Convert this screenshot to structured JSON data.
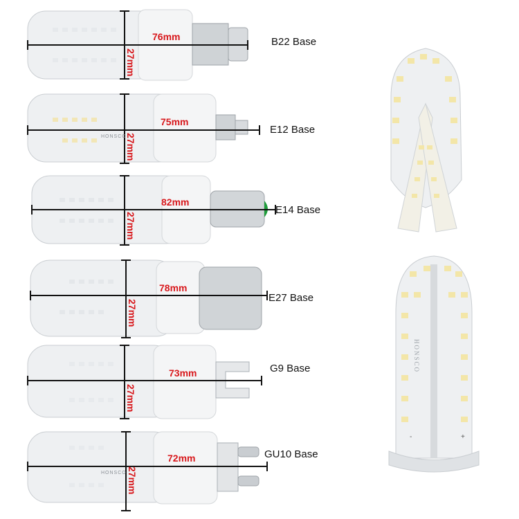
{
  "bulbs": [
    {
      "base": "B22 Base",
      "length": "76mm",
      "diameter": "27mm"
    },
    {
      "base": "E12 Base",
      "length": "75mm",
      "diameter": "27mm"
    },
    {
      "base": "E14 Base",
      "length": "82mm",
      "diameter": "27mm"
    },
    {
      "base": "E27 Base",
      "length": "78mm",
      "diameter": "27mm"
    },
    {
      "base": "G9 Base",
      "length": "73mm",
      "diameter": "27mm"
    },
    {
      "base": "GU10 Base",
      "length": "72mm",
      "diameter": "27mm"
    }
  ],
  "brand": "HONSCO",
  "pcb": {
    "minus": "-",
    "plus": "+"
  },
  "colors": {
    "dimension_text": "#d8181c",
    "measure_line": "#111111",
    "led": "#f6efc9"
  }
}
